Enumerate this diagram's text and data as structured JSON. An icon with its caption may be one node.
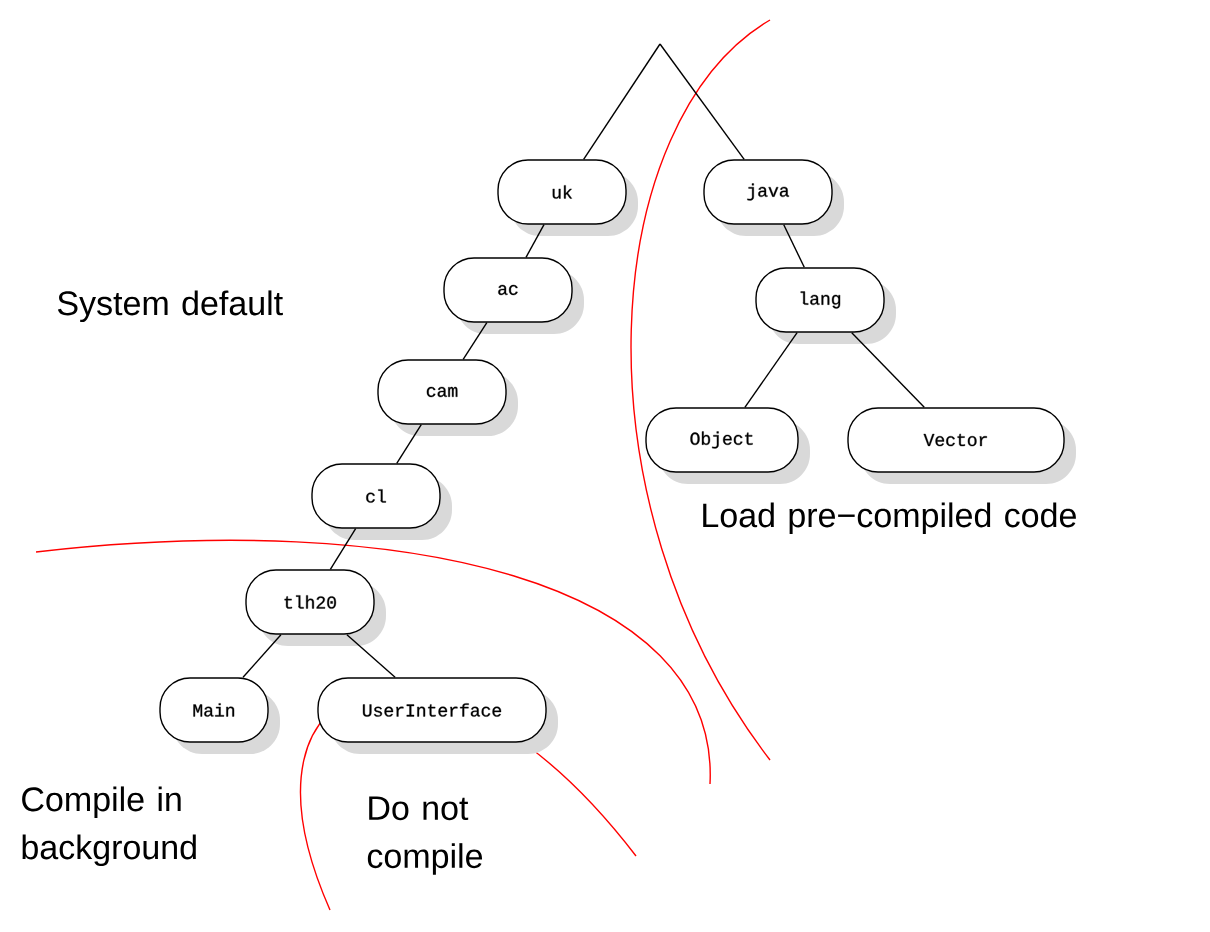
{
  "diagram": {
    "nodes": [
      {
        "text": [
          "uk"
        ]
      },
      {
        "text": [
          "java"
        ]
      },
      {
        "text": [
          "ac"
        ]
      },
      {
        "text": [
          "lang"
        ]
      },
      {
        "text": [
          "cam"
        ]
      },
      {
        "text": [
          "Object"
        ]
      },
      {
        "text": [
          "Vector"
        ]
      },
      {
        "text": [
          "cl"
        ]
      },
      {
        "text": [
          "tlh20"
        ]
      },
      {
        "text": [
          "Main"
        ]
      },
      {
        "text": [
          "UserInterface"
        ]
      }
    ],
    "edges": [
      {
        "from": null,
        "to": 0,
        "arrow": "none"
      },
      {
        "from": null,
        "to": 1,
        "arrow": "none"
      },
      {
        "from": 0,
        "to": 2,
        "arrow": "none"
      },
      {
        "from": 1,
        "to": 3,
        "arrow": "none"
      },
      {
        "from": 2,
        "to": 4,
        "arrow": "none"
      },
      {
        "from": 3,
        "to": 5,
        "arrow": "none"
      },
      {
        "from": 3,
        "to": 6,
        "arrow": "none"
      },
      {
        "from": 4,
        "to": 7,
        "arrow": "none"
      },
      {
        "from": 7,
        "to": 8,
        "arrow": "none"
      },
      {
        "from": 8,
        "to": 9,
        "arrow": "none"
      },
      {
        "from": 8,
        "to": 10,
        "arrow": "none"
      }
    ],
    "labels": [
      "System default",
      "Load pre−compiled code",
      "Compile in background",
      "Do not compile"
    ]
  }
}
